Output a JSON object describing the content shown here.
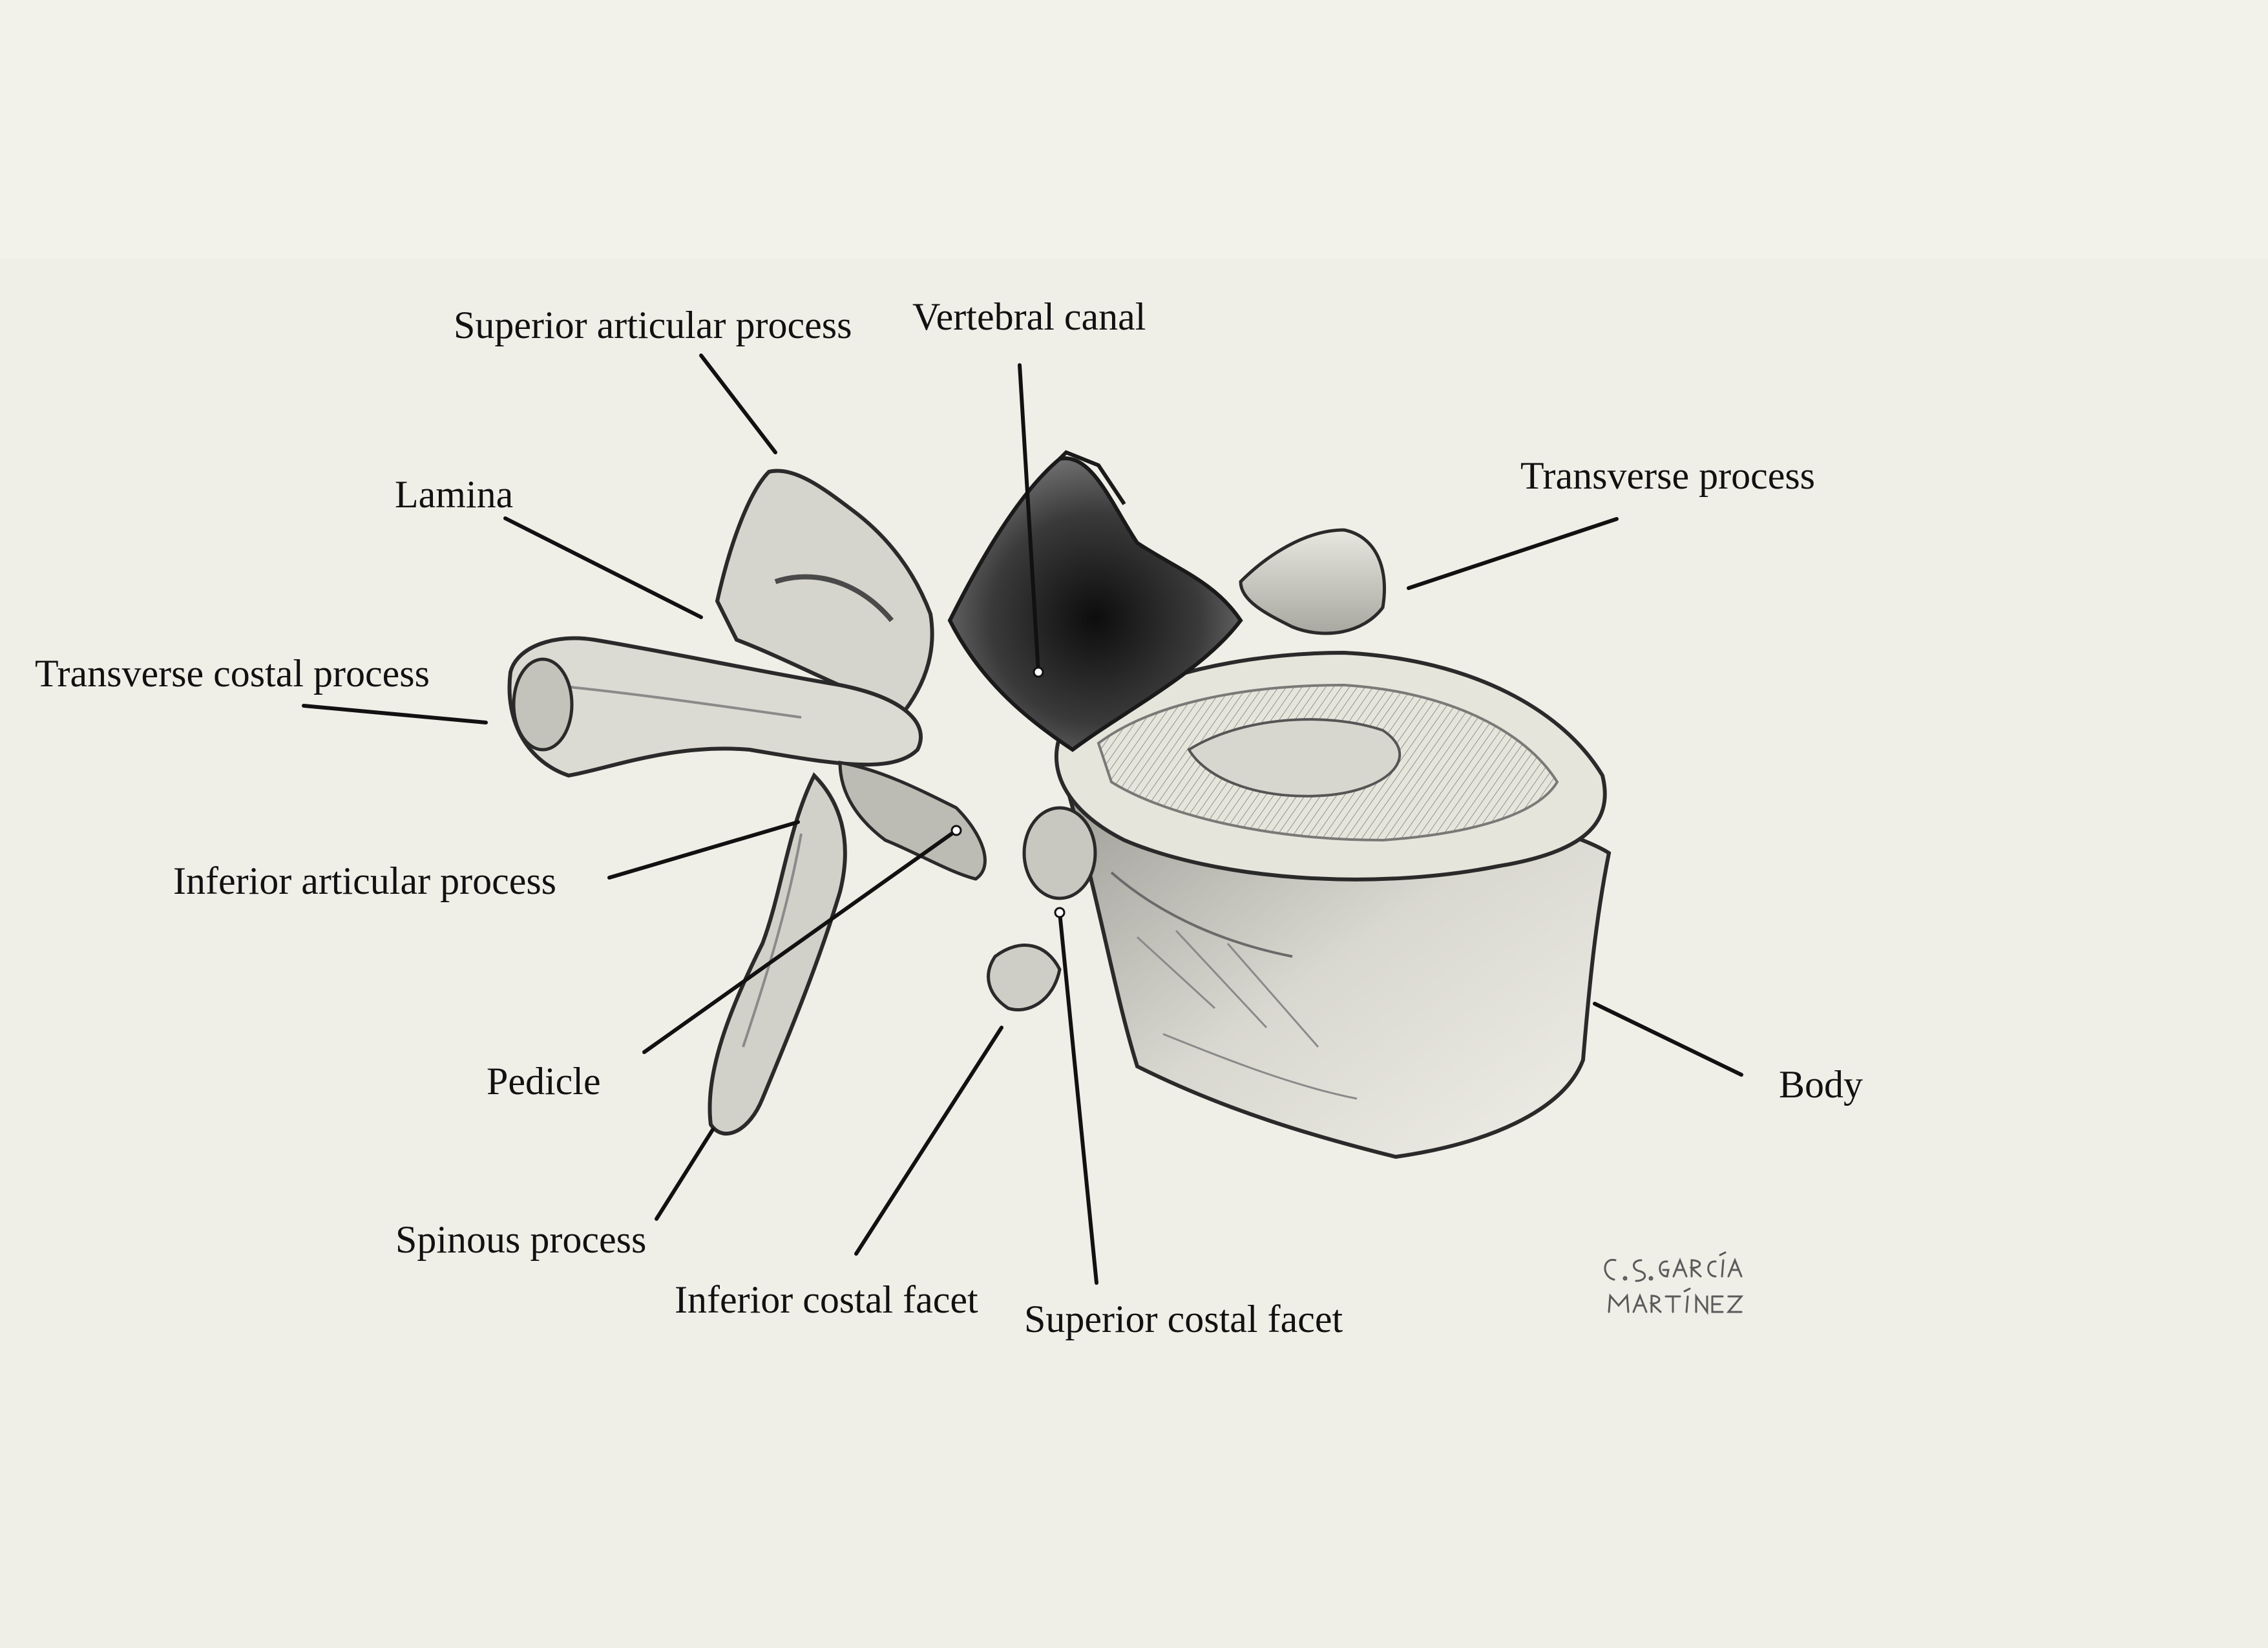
{
  "figure": {
    "subject": "Thoracic vertebra (pencil drawing, lateral-oblique view)",
    "labels": {
      "superior_articular_process": "Superior articular process",
      "vertebral_canal": "Vertebral canal",
      "lamina": "Lamina",
      "transverse_process": "Transverse process",
      "transverse_costal_process": "Transverse costal process",
      "inferior_articular_process": "Inferior articular process",
      "pedicle": "Pedicle",
      "body": "Body",
      "spinous_process": "Spinous process",
      "inferior_costal_facet": "Inferior costal facet",
      "superior_costal_facet": "Superior costal facet"
    },
    "signature": "C.S.GARCÍA MARTÍNEZ"
  },
  "colors": {
    "background": "#f2f1ea",
    "paper": "#efeee7",
    "leader_line": "#111111",
    "pencil_dark": "#2a2a2a",
    "pencil_mid": "#6a6a6a",
    "pencil_light": "#b8b8b0"
  }
}
